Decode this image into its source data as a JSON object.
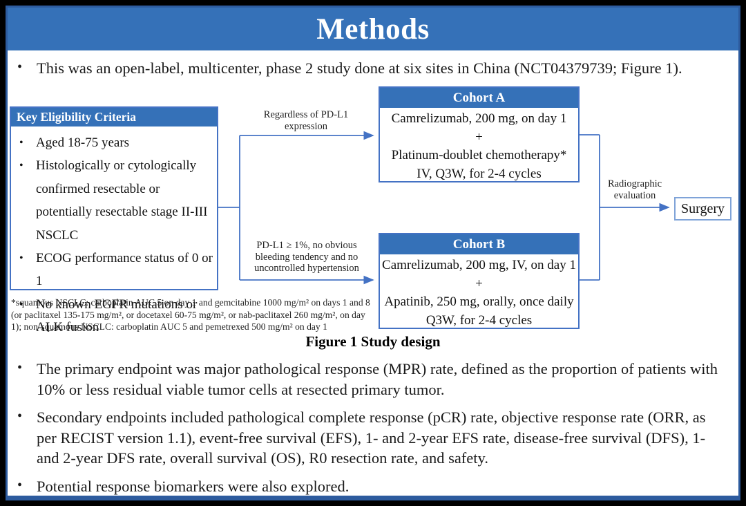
{
  "slide": {
    "title": "Methods",
    "intro_bullet": "This was an open-label, multicenter, phase 2 study done at six sites in China (NCT04379739; Figure 1)."
  },
  "diagram": {
    "eligibility": {
      "header": "Key Eligibility Criteria",
      "items": [
        "Aged 18-75 years",
        "Histologically or cytologically confirmed resectable or potentially resectable stage II-III NSCLC",
        "ECOG performance status of 0 or 1",
        "No known EGFR mutations or ALK fusion"
      ]
    },
    "branch_a_label": "Regardless of PD-L1 expression",
    "branch_b_label": "PD-L1 ≥ 1%, no obvious bleeding tendency and no uncontrolled hypertension",
    "cohort_a": {
      "header": "Cohort A",
      "lines": [
        "Camrelizumab, 200 mg, on day 1",
        "+",
        "Platinum-doublet chemotherapy*",
        "IV, Q3W, for 2-4 cycles"
      ]
    },
    "cohort_b": {
      "header": "Cohort B",
      "lines": [
        "Camrelizumab, 200 mg, IV, on day 1",
        "+",
        "Apatinib, 250 mg, orally, once daily",
        "Q3W, for 2-4 cycles"
      ]
    },
    "evaluation_label": "Radiographic evaluation",
    "surgery_label": "Surgery",
    "footnote": "*squamous NSCLC: carboplatin AUC 5 on day 1 and gemcitabine 1000 mg/m² on days 1 and 8 (or paclitaxel 135-175 mg/m², or docetaxel 60-75 mg/m², or nab-paclitaxel 260 mg/m², on day 1); non-squamous NSCLC: carboplatin AUC 5 and pemetrexed 500 mg/m² on day 1",
    "caption": "Figure 1 Study design"
  },
  "bullets": {
    "primary": "The primary endpoint was major pathological response (MPR) rate, defined as the proportion of patients with 10% or less residual viable tumor cells at resected primary tumor.",
    "secondary": "Secondary endpoints included pathological complete response (pCR) rate, objective response rate (ORR, as per RECIST version 1.1), event-free survival (EFS), 1- and 2-year EFS rate, disease-free survival (DFS), 1- and 2-year DFS rate, overall survival (OS), R0 resection rate, and safety.",
    "biomarkers": "Potential response biomarkers were also explored."
  },
  "colors": {
    "banner_blue": "#3571b8",
    "box_border_blue": "#4472c4",
    "surgery_border_blue": "#7fa3d8",
    "frame_blue": "#2d5b9e",
    "connector_blue": "#4472c4"
  }
}
